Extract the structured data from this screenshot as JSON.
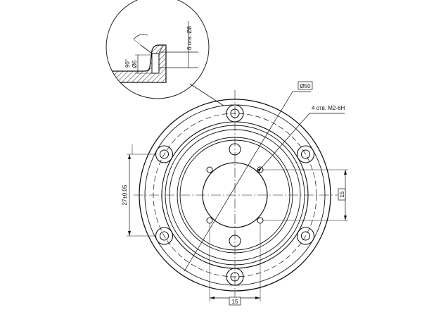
{
  "detail": {
    "holes_callout": "6 отв. Ø8",
    "angle_label": "90°",
    "diameter_label": "Ø6"
  },
  "main": {
    "diameter_callout": "Ø50",
    "thread_callout": "4 отв. M2-6H",
    "vertical_dim": "27±0,05",
    "right_dim": "15",
    "bottom_dim": "15"
  }
}
